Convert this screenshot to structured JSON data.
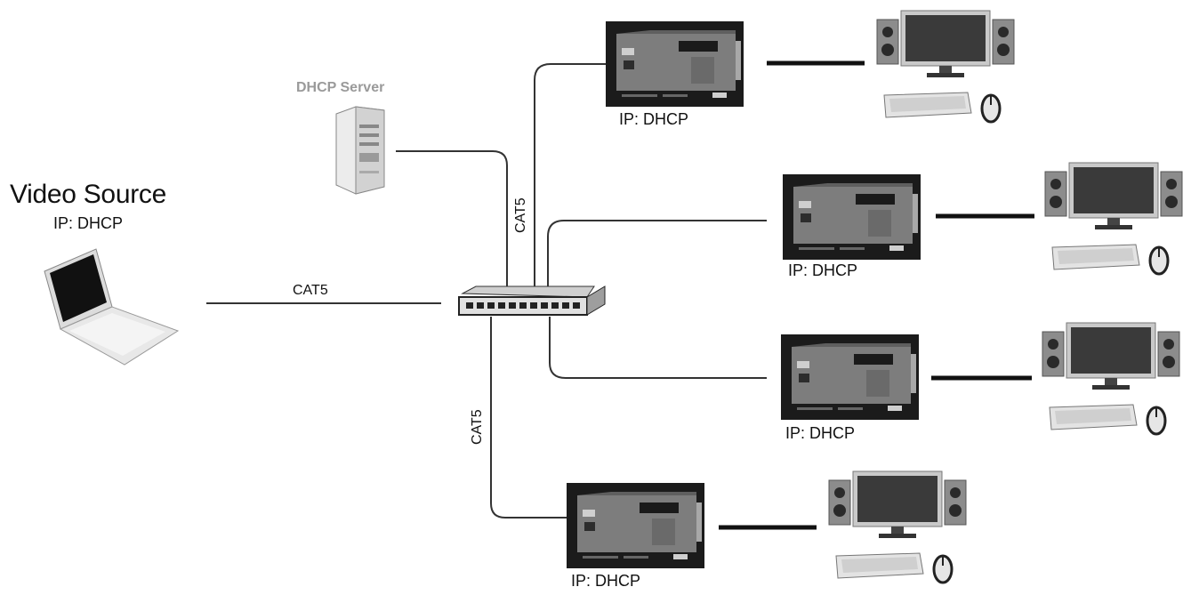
{
  "source": {
    "title": "Video Source",
    "ip": "IP: DHCP"
  },
  "server": {
    "label": "DHCP Server"
  },
  "links": {
    "source_to_switch": "CAT5",
    "server_to_switch": "CAT5",
    "switch_to_bottom": "CAT5"
  },
  "receivers": [
    {
      "ip": "IP: DHCP"
    },
    {
      "ip": "IP: DHCP"
    },
    {
      "ip": "IP: DHCP"
    },
    {
      "ip": "IP: DHCP"
    }
  ],
  "colors": {
    "line": "#333333",
    "device_body": "#1f1f1f",
    "device_panel": "#7c7c7c",
    "label_gray": "#9a9a9a"
  },
  "icons": {
    "source": "laptop-icon",
    "server": "server-tower-icon",
    "switch": "network-switch-icon",
    "receiver": "av-receiver-unit-icon",
    "station": "desktop-workstation-icon"
  }
}
